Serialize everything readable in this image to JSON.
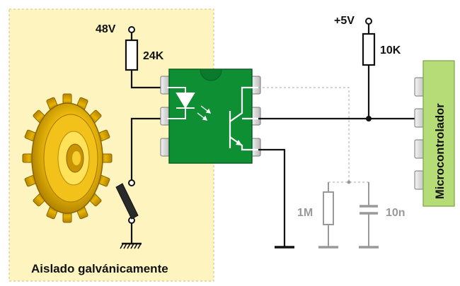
{
  "labels": {
    "v48": "48V",
    "r24k": "24K",
    "v5": "+5V",
    "r10k": "10K",
    "r1m": "1M",
    "c10n": "10n",
    "mcu": "Microcontrolador",
    "isolated": "Aislado galvánicamente"
  },
  "colors": {
    "isolation_zone": "#fdf4bf",
    "isolation_border": "#d8c98a",
    "optocoupler_body": "#0f8f34",
    "mcu_body": "#b6dc78",
    "wire": "#1a1a1a",
    "optional_parts": "#9a9a9a",
    "gear": "#e2b000",
    "gear_dark": "#a57800",
    "gear_light": "#ffe25a"
  },
  "icons": {
    "gear": "gear-icon",
    "switch": "switch-icon",
    "ground": "ground-icon"
  }
}
